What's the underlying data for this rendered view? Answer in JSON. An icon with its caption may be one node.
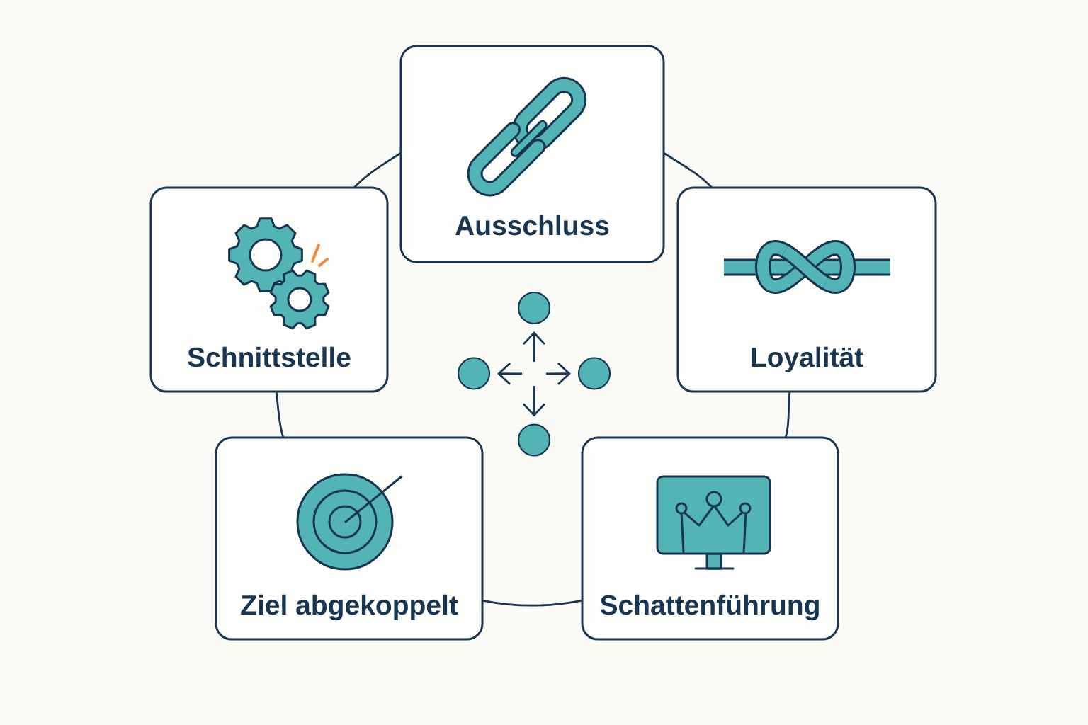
{
  "diagram": {
    "nodes": [
      {
        "text": [
          "Ausschluss"
        ]
      },
      {
        "text": [
          "Schnittstelle"
        ]
      },
      {
        "text": [
          "Loyalität"
        ]
      },
      {
        "text": [],
        "shape": "circle"
      },
      {
        "text": [],
        "shape": "circle"
      },
      {
        "text": [],
        "shape": "circle"
      },
      {
        "text": [],
        "shape": "circle"
      },
      {
        "text": [
          "Ziel abgekoppelt"
        ]
      },
      {
        "text": [
          "Schattenführung"
        ]
      }
    ],
    "edges": [
      {
        "from": 0,
        "to": 2,
        "arrow": "none"
      },
      {
        "from": 2,
        "to": 8,
        "arrow": "none"
      },
      {
        "from": 8,
        "to": 7,
        "arrow": "none"
      },
      {
        "from": 7,
        "to": 1,
        "arrow": "none"
      },
      {
        "from": 1,
        "to": 0,
        "arrow": "none"
      },
      {
        "from": null,
        "to": 3,
        "arrow": "to"
      },
      {
        "from": null,
        "to": 4,
        "arrow": "to"
      },
      {
        "from": null,
        "to": 5,
        "arrow": "to"
      },
      {
        "from": null,
        "to": 6,
        "arrow": "to"
      }
    ]
  }
}
